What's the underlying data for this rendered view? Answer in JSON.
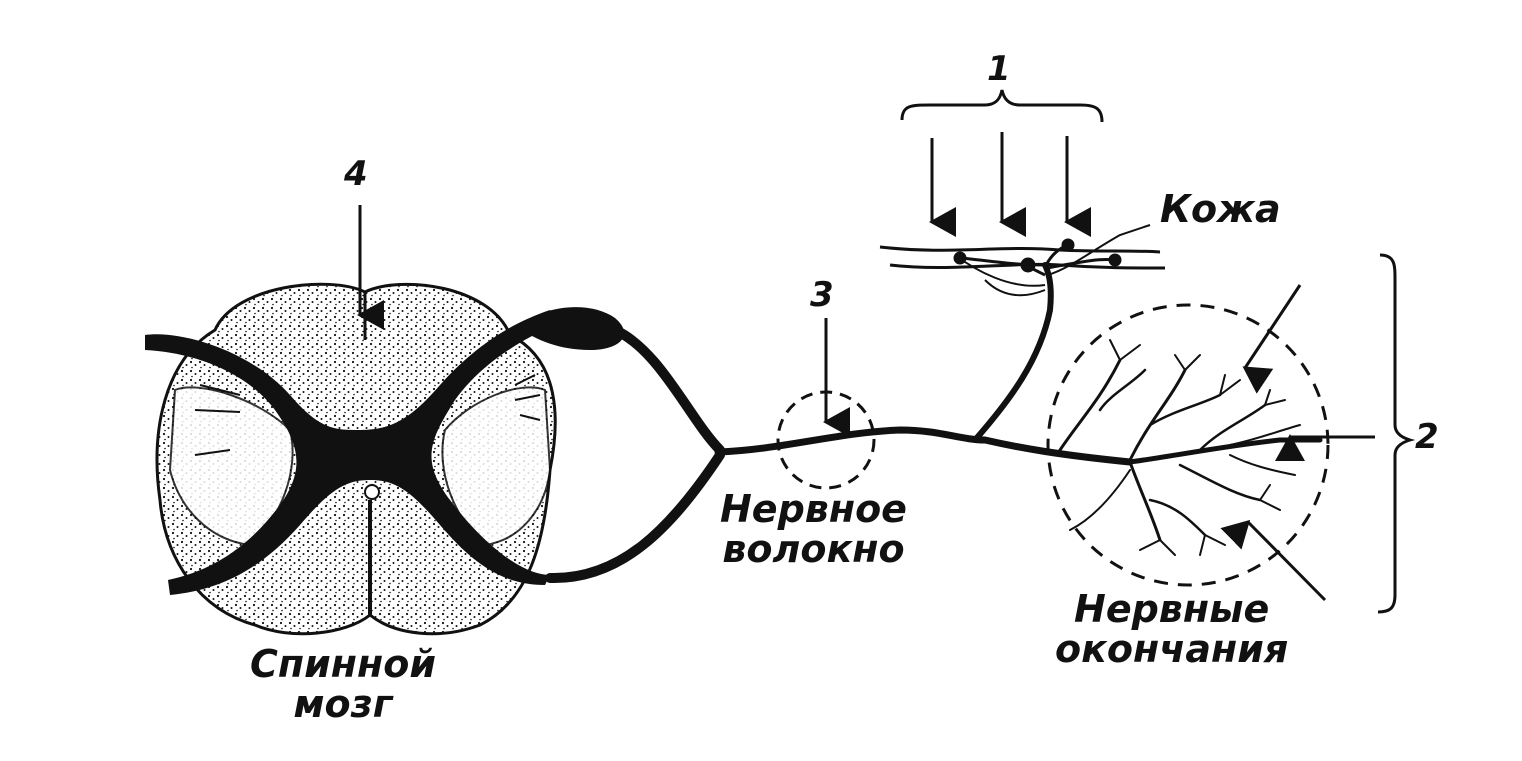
{
  "labels": {
    "num1": "1",
    "num2": "2",
    "num3": "3",
    "num4": "4",
    "skin": "Кожа",
    "nerve_fiber_line1": "Нервное",
    "nerve_fiber_line2": "волокно",
    "nerve_endings_line1": "Нервные",
    "nerve_endings_line2": "окончания",
    "spinal_cord_line1": "Спинной",
    "spinal_cord_line2": "мозг"
  },
  "colors": {
    "ink": "#111111",
    "paper": "#ffffff"
  }
}
